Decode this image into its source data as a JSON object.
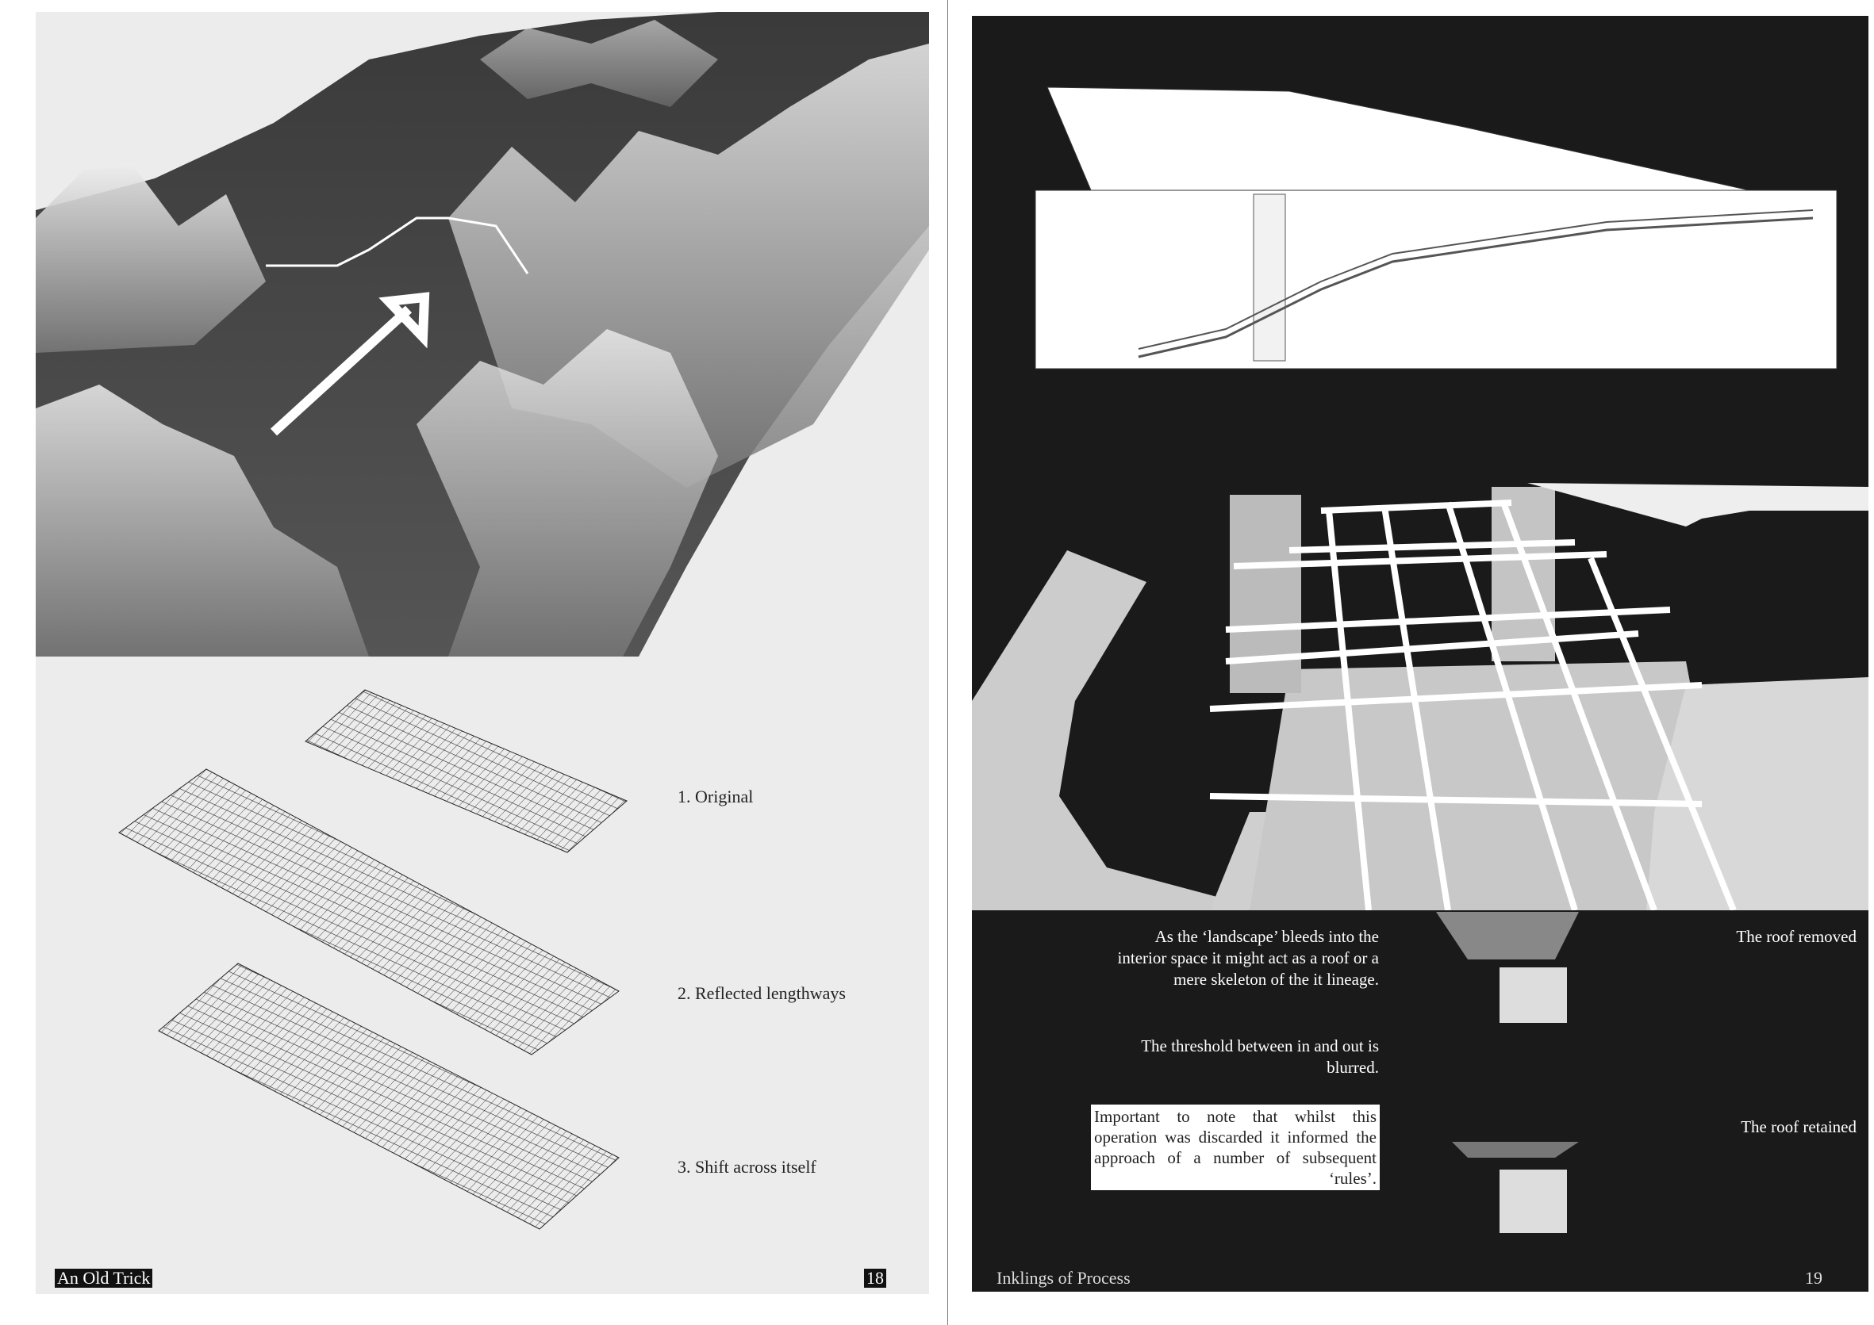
{
  "left_page": {
    "captions": [
      "1. Original",
      "2. Reflected lengthways",
      "3. Shift across itself"
    ],
    "footer_title": "An Old Trick",
    "page_number": "18"
  },
  "right_page": {
    "paragraphs": [
      "As the ‘landscape’ bleeds into the interior space it might act as a roof or a mere skeleton of the it lineage.",
      "The threshold between in and out is blurred."
    ],
    "note": "Important to note that whilst this operation was discarded it informed the approach of a number of subsequent ‘rules’.",
    "image_captions": [
      "The roof removed",
      "The roof retained"
    ],
    "footer_title": "Inklings of Process",
    "page_number": "19"
  }
}
